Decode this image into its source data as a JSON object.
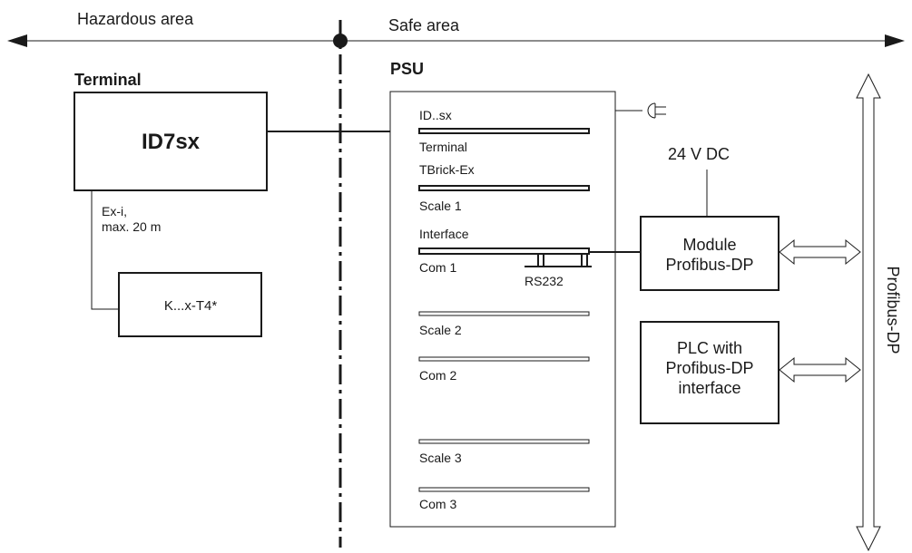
{
  "areas": {
    "hazardous": "Hazardous area",
    "safe": "Safe area"
  },
  "terminal": {
    "heading": "Terminal",
    "device": "ID7sx",
    "cable_line1": "Ex-i,",
    "cable_line2": "max. 20 m",
    "kx_box": "K...x-T4*"
  },
  "psu": {
    "heading": "PSU",
    "slot_idsx": "ID..sx",
    "slot_terminal": "Terminal",
    "slot_tbrick": "TBrick-Ex",
    "slot_scale1": "Scale 1",
    "slot_interface": "Interface",
    "slot_com1": "Com 1",
    "rs232": "RS232",
    "slot_scale2": "Scale 2",
    "slot_com2": "Com 2",
    "slot_scale3": "Scale 3",
    "slot_com3": "Com 3"
  },
  "power": "24 V DC",
  "module": {
    "line1": "Module",
    "line2": "Profibus-DP"
  },
  "plc": {
    "line1": "PLC with",
    "line2": "Profibus-DP",
    "line3": "interface"
  },
  "bus": "Profibus-DP",
  "icons": {
    "plug": "power-plug-icon"
  }
}
